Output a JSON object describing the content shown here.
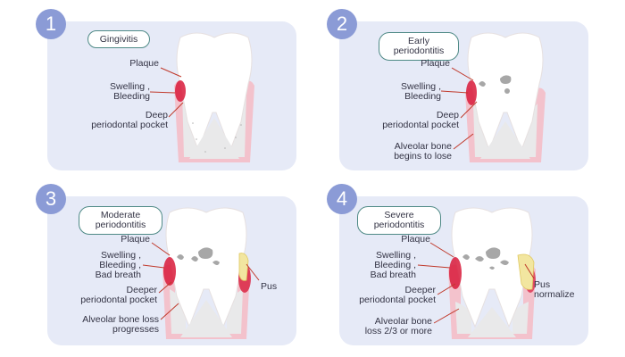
{
  "stages": [
    {
      "number": "1",
      "title": [
        "Gingivitis"
      ],
      "labels": {
        "plaque": [
          "Plaque"
        ],
        "swelling": [
          "Swelling ,",
          "Bleeding"
        ],
        "pocket": [
          "Deep",
          "periodontal pocket"
        ]
      }
    },
    {
      "number": "2",
      "title": [
        "Early",
        "periodontitis"
      ],
      "labels": {
        "plaque": [
          "Plaque"
        ],
        "swelling": [
          "Swelling ,",
          "Bleeding"
        ],
        "pocket": [
          "Deep",
          "periodontal pocket"
        ],
        "bone": [
          "Alveolar bone",
          "begins to lose"
        ]
      }
    },
    {
      "number": "3",
      "title": [
        "Moderate",
        "periodontitis"
      ],
      "labels": {
        "plaque": [
          "Plaque"
        ],
        "swelling": [
          "Swelling ,",
          "Bleeding ,",
          "Bad breath"
        ],
        "pocket": [
          "Deeper",
          "periodontal pocket"
        ],
        "bone": [
          "Alveolar bone loss",
          "progresses"
        ],
        "pus": [
          "Pus"
        ]
      }
    },
    {
      "number": "4",
      "title": [
        "Severe",
        "periodontitis"
      ],
      "labels": {
        "plaque": [
          "Plaque"
        ],
        "swelling": [
          "Swelling ,",
          "Bleeding ,",
          "Bad breath"
        ],
        "pocket": [
          "Deeper",
          "periodontal pocket"
        ],
        "bone": [
          "Alveolar bone",
          "loss 2/3 or more"
        ],
        "pus": [
          "Pus",
          "normalize"
        ]
      }
    }
  ],
  "colors": {
    "panel": "#e6eaf7",
    "number_badge": "#8b9bd6",
    "pill_border": "#4f8a86",
    "leader_line": "#c0392b",
    "gum": "#f3c2cc",
    "bone": "#e9e9ea",
    "inflammation": "#d81a3a",
    "pus": "#f2e6a0",
    "tooth": "#ffffff",
    "plaque": "#a7a7a7"
  }
}
